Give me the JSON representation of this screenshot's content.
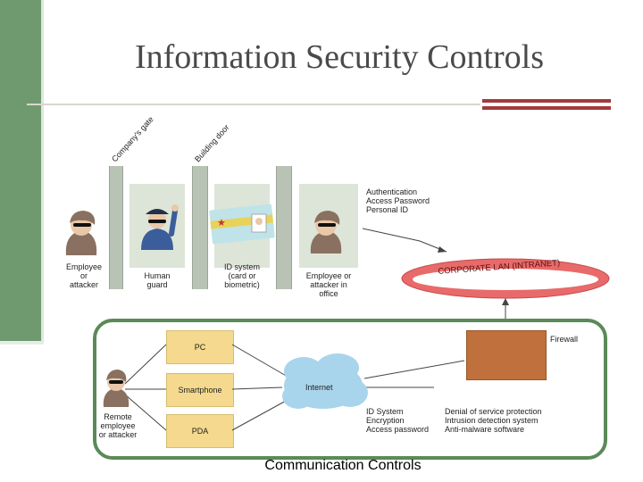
{
  "slide": {
    "title": "Information Security Controls",
    "caption": "Communication Controls"
  },
  "physical": {
    "companys_gate": "Company's gate",
    "building_door": "Building door",
    "employee_or_attacker": [
      "Employee",
      "or",
      "attacker"
    ],
    "human_guard": [
      "Human",
      "guard"
    ],
    "id_system": [
      "ID system",
      "(card or",
      "biometric)"
    ],
    "employee_in_office": [
      "Employee or",
      "attacker in",
      "office"
    ],
    "auth": [
      "Authentication",
      "Access Password",
      "Personal ID"
    ],
    "lan": "CORPORATE LAN (INTRANET)"
  },
  "communication": {
    "devices": [
      "PC",
      "Smartphone",
      "PDA"
    ],
    "internet": "Internet",
    "firewall": "Firewall",
    "remote": [
      "Remote",
      "employee",
      "or attacker"
    ],
    "id_list": [
      "ID System",
      "Encryption",
      "Access password"
    ],
    "protection_list": [
      "Denial of service protection",
      "Intrusion detection system",
      "Anti-malware software"
    ]
  },
  "colors": {
    "sidebar": "#6f9a6f",
    "accent_red": "#a23b3b",
    "lan_ring": "#e86a6a",
    "comm_border": "#5a8a58",
    "device_fill": "#f4d98e",
    "firewall": "#c0703c",
    "cloud": "#a8d4ec"
  }
}
